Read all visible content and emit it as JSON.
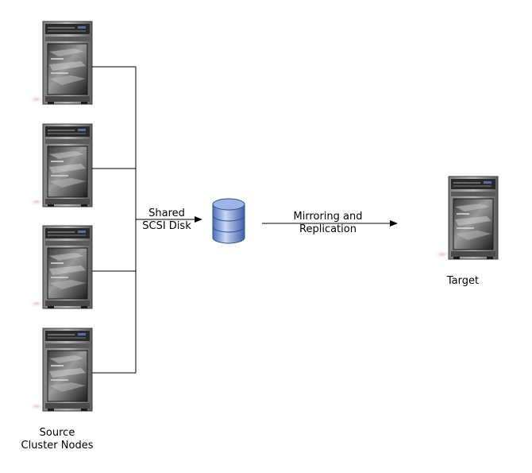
{
  "labels": {
    "shared_line1": "Shared",
    "shared_line2": "SCSI Disk",
    "mirror_line1": "Mirroring and",
    "mirror_line2": "Replication",
    "target": "Target",
    "source_line1": "Source",
    "source_line2": "Cluster Nodes"
  },
  "nodes": [
    {
      "name": "source-node-1",
      "icon": "server-icon"
    },
    {
      "name": "source-node-2",
      "icon": "server-icon"
    },
    {
      "name": "source-node-3",
      "icon": "server-icon"
    },
    {
      "name": "source-node-4",
      "icon": "server-icon"
    },
    {
      "name": "shared-disk",
      "icon": "database-cylinder-icon"
    },
    {
      "name": "target-node",
      "icon": "server-icon"
    }
  ],
  "edges": [
    {
      "from": "source-node-1",
      "to": "shared-disk"
    },
    {
      "from": "source-node-2",
      "to": "shared-disk"
    },
    {
      "from": "source-node-3",
      "to": "shared-disk"
    },
    {
      "from": "source-node-4",
      "to": "shared-disk"
    },
    {
      "from": "shared-disk",
      "to": "target-node"
    }
  ],
  "colors": {
    "line": "#000000",
    "server_frame": "#4a4a4a",
    "server_panel": "#262626",
    "disk_blue": "#6d8fd0"
  }
}
